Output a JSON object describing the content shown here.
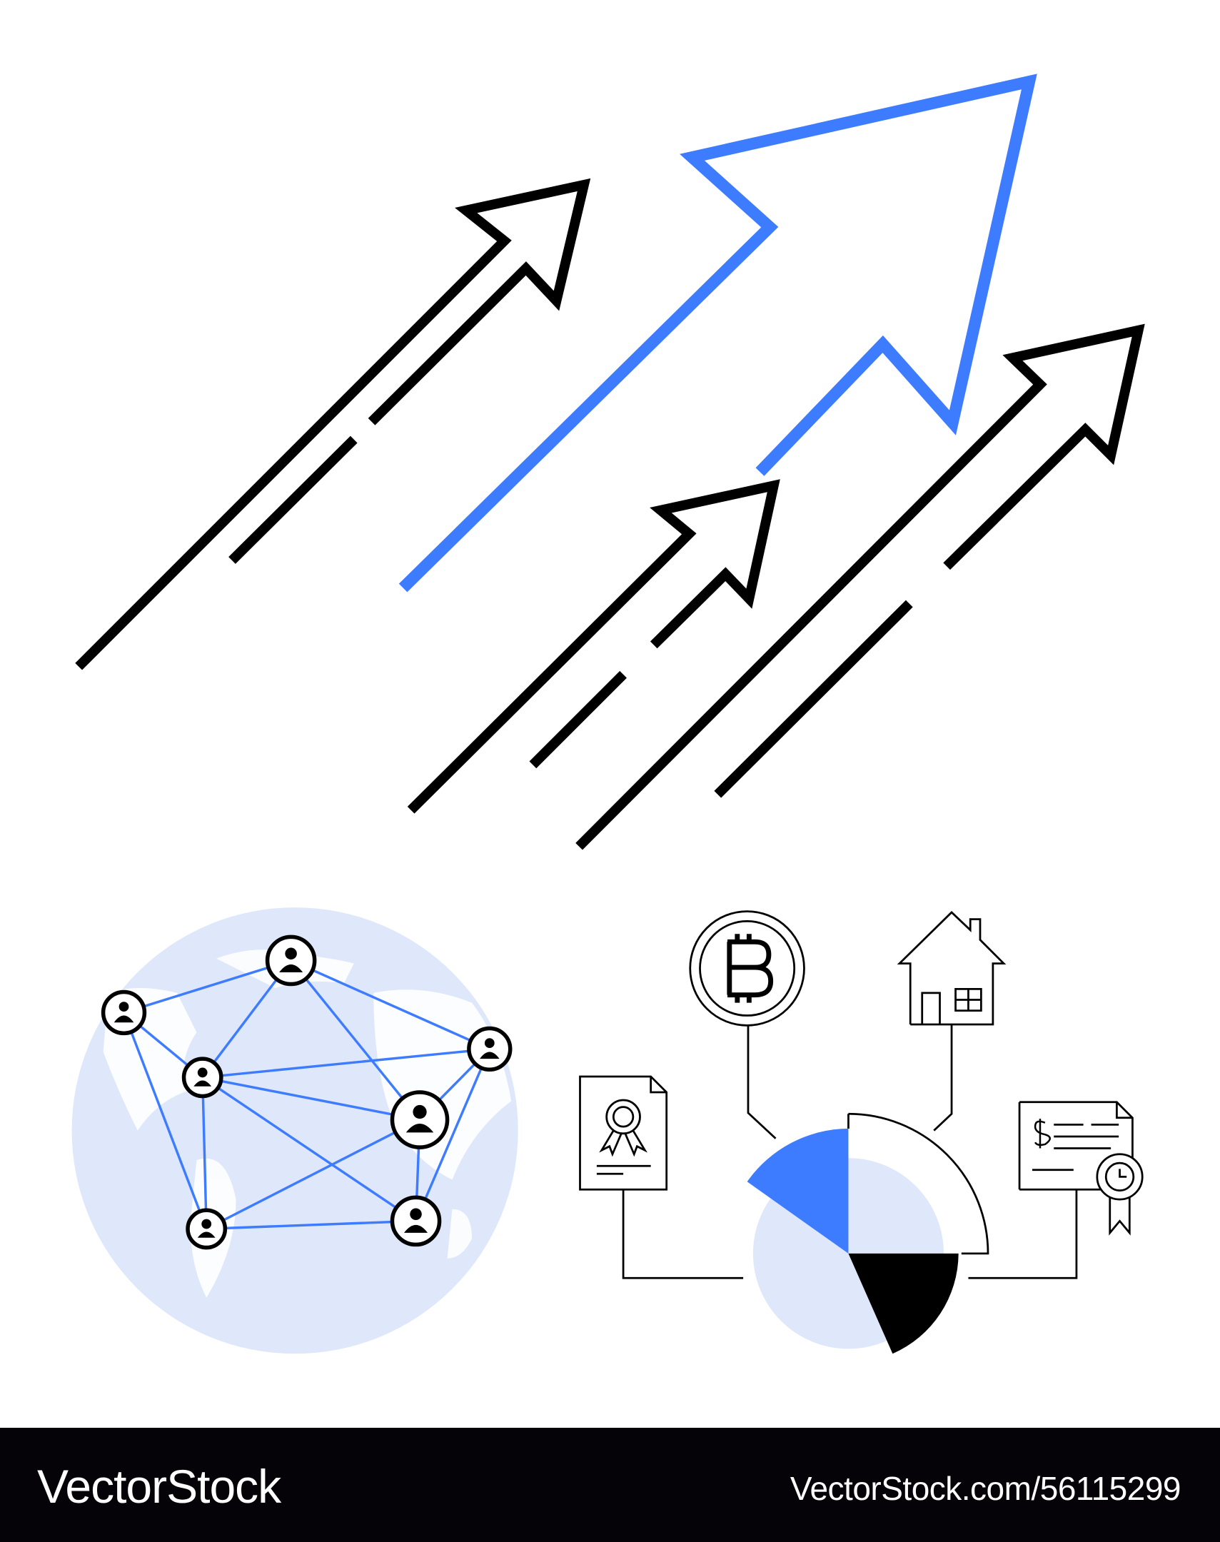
{
  "illustration": {
    "accent_color": "#3d7bff",
    "light_color": "#dfe8fb",
    "ink_color": "#000000",
    "icons": [
      "growth-arrows",
      "globe-network",
      "bitcoin-coin",
      "house",
      "pie-chart",
      "certificate-document",
      "invoice-document"
    ]
  },
  "footer": {
    "brand": "VectorStock",
    "url": "VectorStock.com/56115299"
  }
}
